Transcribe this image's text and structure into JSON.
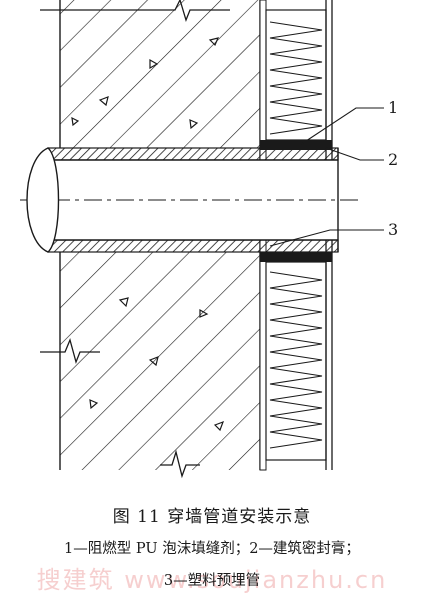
{
  "figure": {
    "title": "图 11    穿墙管道安装示意",
    "legend_line1": "1—阻燃型 PU 泡沫填缝剂；2—建筑密封膏；",
    "legend_line2": "3—塑料预埋管"
  },
  "callouts": {
    "c1": "1",
    "c2": "2",
    "c3": "3"
  },
  "watermark": "搜建筑  www.soujianzhu.cn",
  "colors": {
    "ink": "#1a1a1a",
    "paper": "#ffffff",
    "watermark": "#f0a8a8"
  }
}
